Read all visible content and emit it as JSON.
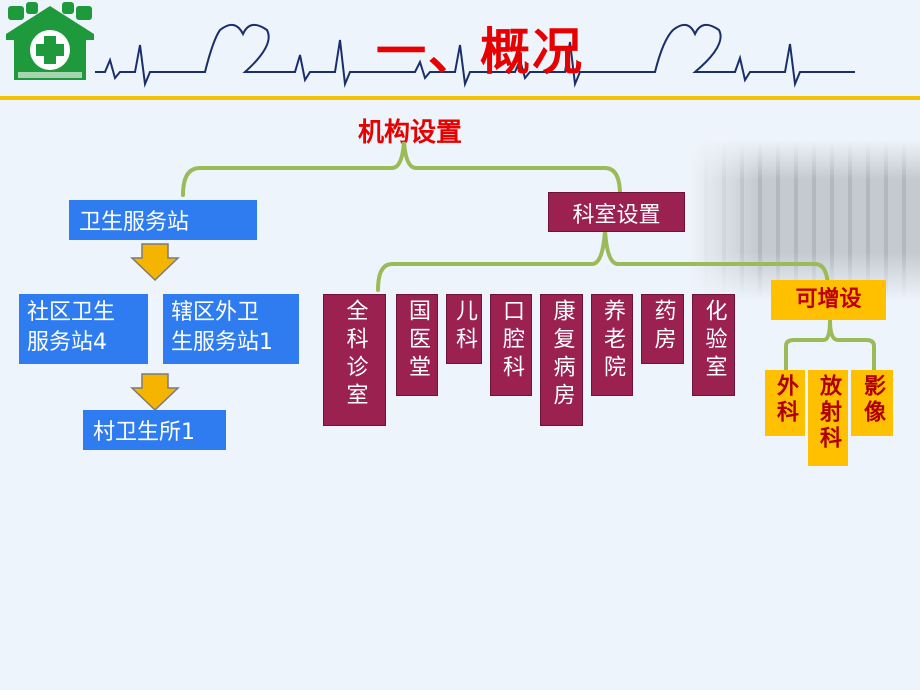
{
  "header": {
    "title": "一、概况",
    "subtitle": "机构设置"
  },
  "colors": {
    "title": "#e60000",
    "blue_box": "#2e7cf0",
    "maroon_box": "#9a2150",
    "yellow_box": "#ffc000",
    "bracket": "#9bbb59",
    "arrow": "#f5b400"
  },
  "diagram": {
    "station": "卫生服务站",
    "community_station_line1": "社区卫生",
    "community_station_line2": "服务站4",
    "outer_station_line1": "辖区外卫",
    "outer_station_line2": "生服务站1",
    "village_clinic": "村卫生所1",
    "departments_label": "科室设置",
    "departments": [
      {
        "label": "全科诊室"
      },
      {
        "label": "国医堂"
      },
      {
        "label": "儿科"
      },
      {
        "label": "口腔科"
      },
      {
        "label": "康复病房"
      },
      {
        "label": "养老院"
      },
      {
        "label": "药房"
      },
      {
        "label": "化验室"
      }
    ],
    "optional_label": "可增设",
    "optional_departments": [
      {
        "label": "外科"
      },
      {
        "label": "放射科"
      },
      {
        "label": "影像"
      }
    ]
  }
}
